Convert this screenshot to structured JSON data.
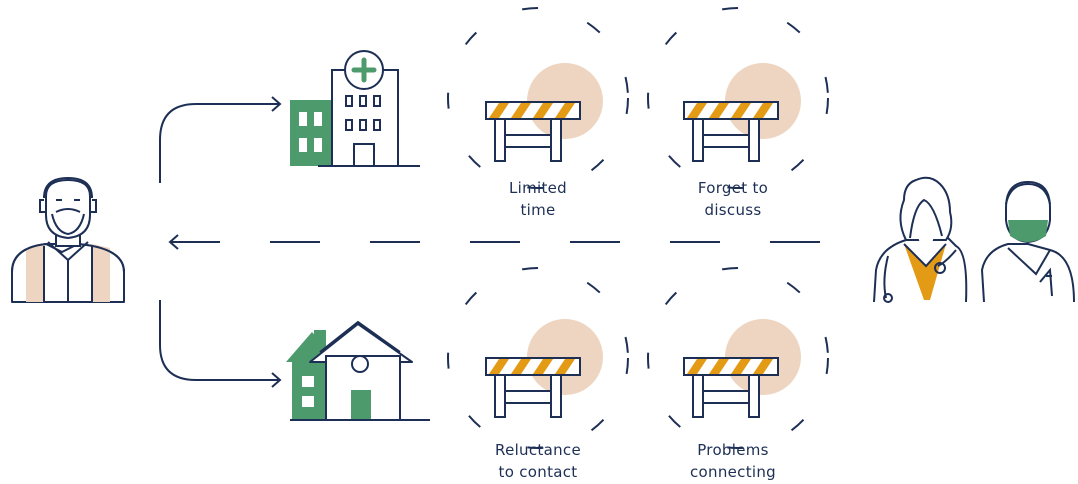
{
  "barriers": {
    "limited_time": [
      "Limited",
      "time"
    ],
    "forget_to_discuss": [
      "Forget to",
      "discuss"
    ],
    "reluctance_to_contact": [
      "Reluctance",
      "to contact"
    ],
    "problems_connecting": [
      "Problems",
      "connecting"
    ]
  },
  "icons": [
    "patient-icon",
    "hospital-icon",
    "home-icon",
    "doctor-icon",
    "nurse-icon",
    "barrier-icon"
  ],
  "colors": {
    "navy": "#1d2f55",
    "green": "#4d9a6c",
    "peach": "#eed5c1",
    "orange": "#e39a14"
  }
}
